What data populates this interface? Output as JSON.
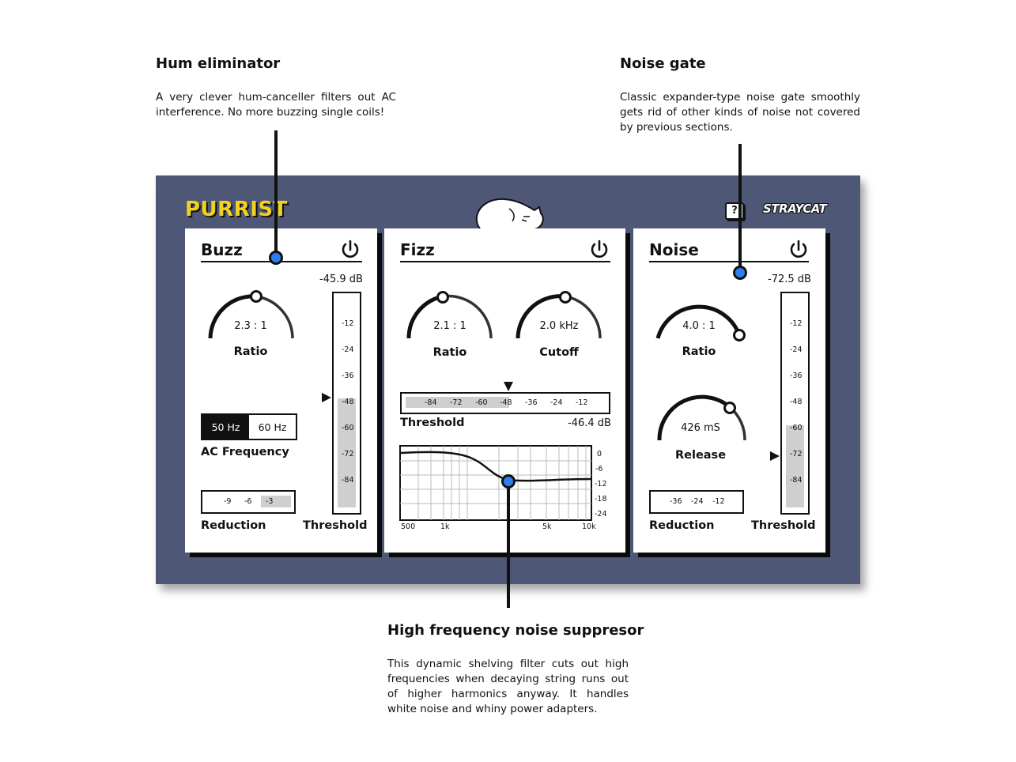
{
  "callouts": {
    "hum": {
      "title": "Hum eliminator",
      "desc": "A very clever hum-canceller filters out AC interference. No more buzzing single coils!"
    },
    "gate": {
      "title": "Noise gate",
      "desc": "Classic expander-type noise gate smoothly gets rid of other kinds of noise not covered by previous sections."
    },
    "hf": {
      "title": "High frequency noise suppresor",
      "desc": "This dynamic shelving filter cuts out high frequencies when decaying string runs out of higher harmonics anyway. It handles white noise and whiny power adapters."
    }
  },
  "header": {
    "logo": "PURRIST",
    "help": "?",
    "brand": "STRAYCAT"
  },
  "buzz": {
    "title": "Buzz",
    "threshold_db": "-45.9 dB",
    "ratio": {
      "value": "2.3 : 1",
      "label": "Ratio"
    },
    "ac": {
      "options": [
        "50 Hz",
        "60 Hz"
      ],
      "selected": "50 Hz",
      "label": "AC Frequency"
    },
    "reduction_ticks": [
      "-9",
      "-6",
      "-3"
    ],
    "meter_ticks": [
      "-12",
      "-24",
      "-36",
      "-48",
      "-60",
      "-72",
      "-84"
    ],
    "reduction_label": "Reduction",
    "threshold_label": "Threshold"
  },
  "fizz": {
    "title": "Fizz",
    "ratio": {
      "value": "2.1 : 1",
      "label": "Ratio"
    },
    "cutoff": {
      "value": "2.0 kHz",
      "label": "Cutoff"
    },
    "threshold_ticks": [
      "-84",
      "-72",
      "-60",
      "-48",
      "-36",
      "-24",
      "-12"
    ],
    "threshold_label": "Threshold",
    "threshold_db": "-46.4 dB",
    "graph_y": [
      "0",
      "-6",
      "-12",
      "-18",
      "-24"
    ],
    "graph_x": [
      "500",
      "1k",
      "5k",
      "10k"
    ]
  },
  "noise": {
    "title": "Noise",
    "threshold_db": "-72.5 dB",
    "ratio": {
      "value": "4.0 : 1",
      "label": "Ratio"
    },
    "release": {
      "value": "426 mS",
      "label": "Release"
    },
    "reduction_ticks": [
      "-36",
      "-24",
      "-12"
    ],
    "meter_ticks": [
      "-12",
      "-24",
      "-36",
      "-48",
      "-60",
      "-72",
      "-84"
    ],
    "reduction_label": "Reduction",
    "threshold_label": "Threshold"
  }
}
